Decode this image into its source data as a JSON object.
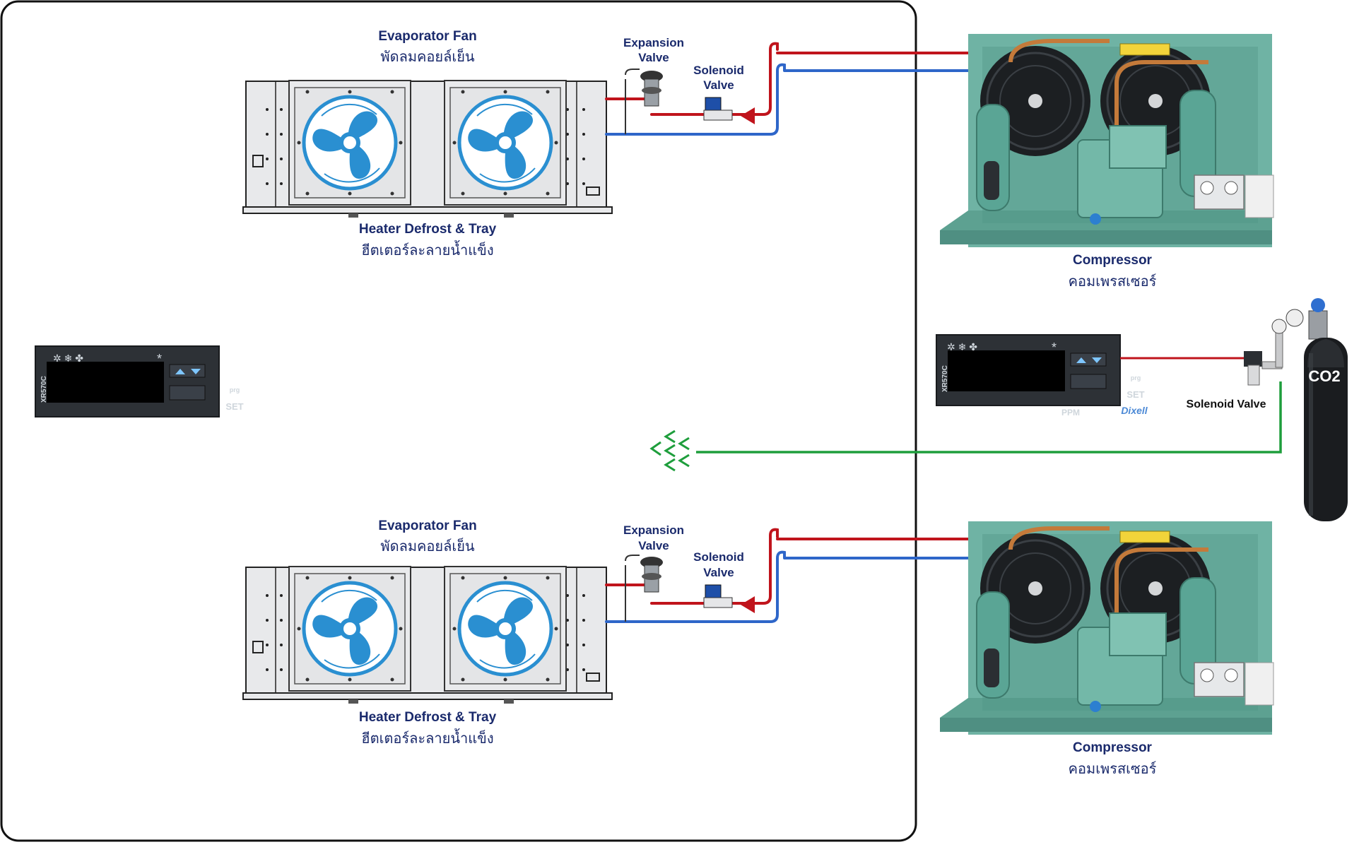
{
  "room": {
    "upper_unit": {
      "evaporator_en": "Evaporator Fan",
      "evaporator_th": "พัดลมคอยล์เย็น",
      "heater_en": "Heater Defrost & Tray",
      "heater_th": "ฮีตเตอร์ละลายน้ำแข็ง",
      "expansion_line1": "Expansion",
      "expansion_line2": "Valve",
      "solenoid_line1": "Solenoid",
      "solenoid_line2": "Valve"
    },
    "lower_unit": {
      "evaporator_en": "Evaporator Fan",
      "evaporator_th": "พัดลมคอยล์เย็น",
      "heater_en": "Heater Defrost & Tray",
      "heater_th": "ฮีตเตอร์ละลายน้ำแข็ง",
      "expansion_line1": "Expansion",
      "expansion_line2": "Valve",
      "solenoid_line1": "Solenoid",
      "solenoid_line2": "Valve"
    },
    "left_controller": {
      "model": "XR570C",
      "prg": "prg",
      "set": "SET"
    }
  },
  "outside": {
    "upper_compressor": {
      "en": "Compressor",
      "th": "คอมเพรสเซอร์"
    },
    "lower_compressor": {
      "en": "Compressor",
      "th": "คอมเพรสเซอร์"
    },
    "co2_controller": {
      "model": "XR570C",
      "prg": "prg",
      "set": "SET",
      "unit": "PPM",
      "brand": "Dixell"
    },
    "co2_solenoid_label": "Solenoid Valve",
    "co2_cylinder_label": "CO2"
  },
  "colors": {
    "liquid_line": "#c0141c",
    "suction_line": "#2e66c9",
    "co2_line": "#1e9e3c",
    "unit_green": "#6fb3a4",
    "fan_blue": "#2a8fd1",
    "label_navy": "#1a2a6c"
  }
}
